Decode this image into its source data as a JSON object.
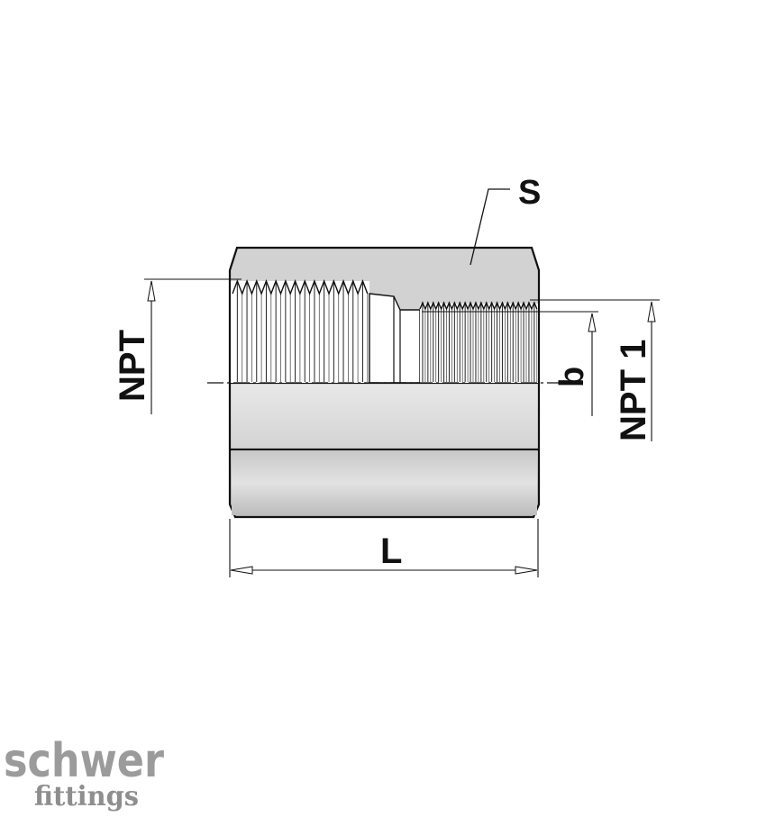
{
  "labels": {
    "wrench_size": "S",
    "length": "L",
    "thread_left": "NPT",
    "thread_right": "NPT 1",
    "thread_depth": "b"
  },
  "brand": {
    "name": "schwer",
    "subtitle": "fittings"
  },
  "colors": {
    "body_fill": "#d3d3d3",
    "outline": "#111111",
    "logo": "#9b9b9b"
  }
}
